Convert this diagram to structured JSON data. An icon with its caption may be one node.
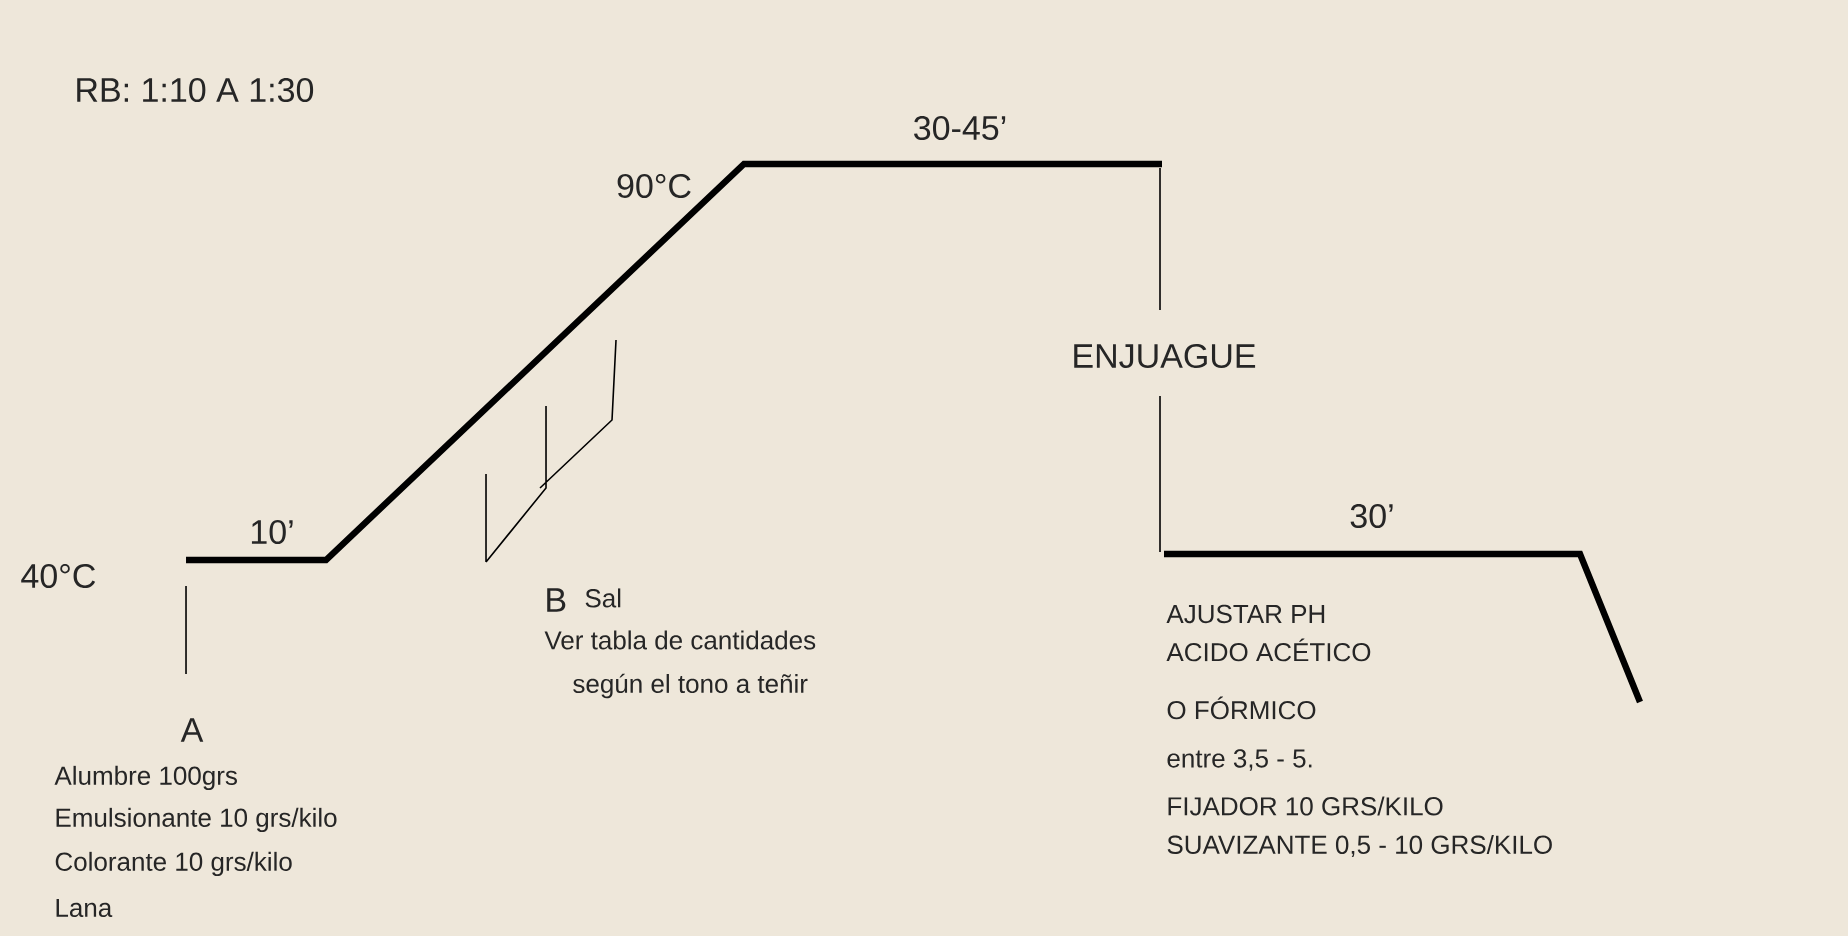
{
  "diagram": {
    "labels": [
      "RB: 1:10 A 1:30",
      "90°C",
      "30-45’",
      "ENJUAGUE",
      "10’",
      "40°C",
      "30’",
      "B",
      "Sal",
      "Ver tabla de cantidades",
      "según el tono a teñir",
      "AJUSTAR PH",
      "ACIDO ACÉTICO",
      "O FÓRMICO",
      "entre 3,5 - 5.",
      "FIJADOR 10 GRS/KILO",
      "SUAVIZANTE 0,5 - 10 GRS/KILO",
      "A",
      "Alumbre 100grs",
      "Emulsionante 10 grs/kilo",
      "Colorante 10 grs/kilo",
      "Lana"
    ]
  }
}
